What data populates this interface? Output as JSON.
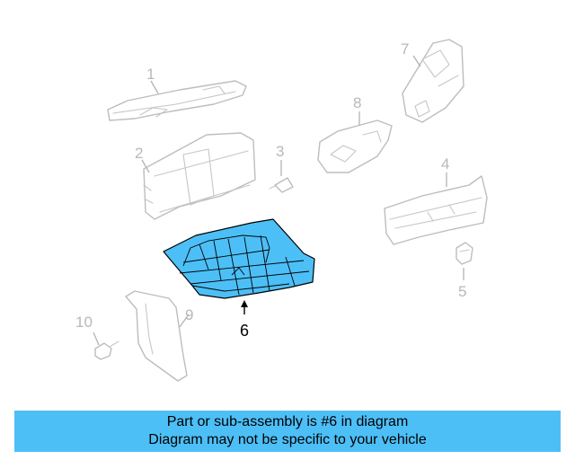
{
  "banner": {
    "line1": "Part or sub-assembly is #6 in diagram",
    "line2": "Diagram may not be specific to your vehicle",
    "background_color": "#4DBFF7"
  },
  "diagram": {
    "highlight_color": "#4DBFF7",
    "callouts": {
      "c1": "1",
      "c2": "2",
      "c3": "3",
      "c4": "4",
      "c5": "5",
      "c6": "6",
      "c7": "7",
      "c8": "8",
      "c9": "9",
      "c10": "10"
    },
    "highlighted_part": "6"
  }
}
